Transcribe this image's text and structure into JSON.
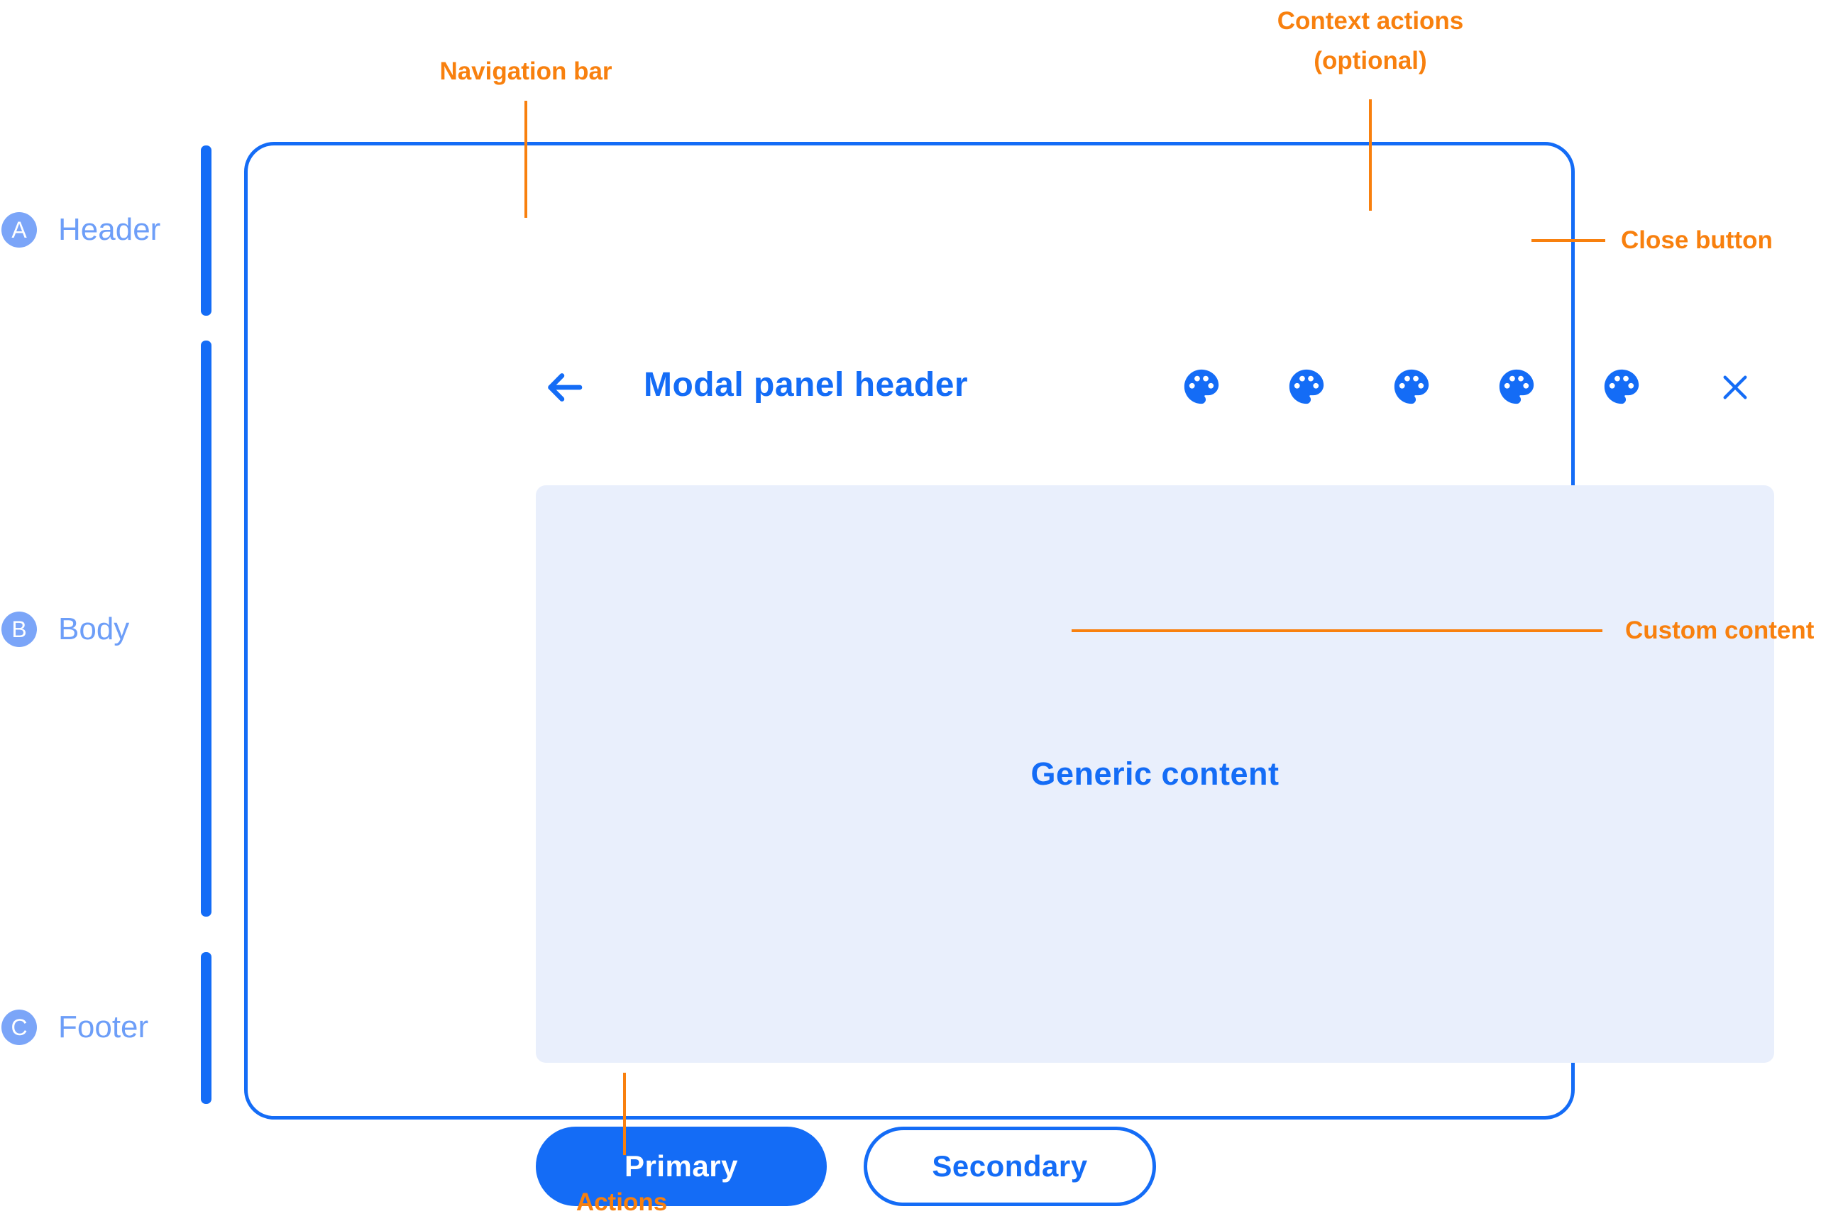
{
  "colors": {
    "primary_blue": "#146CF6",
    "label_blue": "#6D9EF8",
    "badge_blue": "#7BA5F8",
    "content_bg": "#E9EFFC",
    "annotation_orange": "#F8800E"
  },
  "side_labels": [
    {
      "letter": "A",
      "label": "Header"
    },
    {
      "letter": "B",
      "label": "Body"
    },
    {
      "letter": "C",
      "label": "Footer"
    }
  ],
  "modal": {
    "header": {
      "back_icon": "arrow-left-icon",
      "title": "Modal panel header",
      "context_actions": {
        "icon": "palette-icon",
        "count": 5
      },
      "close_icon": "x-icon"
    },
    "body": {
      "content_text": "Generic content"
    },
    "footer": {
      "primary_label": "Primary",
      "secondary_label": "Secondary"
    }
  },
  "annotations": {
    "navigation_bar": "Navigation bar",
    "context_actions": {
      "line1": "Context actions",
      "line2": "(optional)"
    },
    "close_button": "Close button",
    "custom_content": "Custom content",
    "actions": "Actions"
  }
}
